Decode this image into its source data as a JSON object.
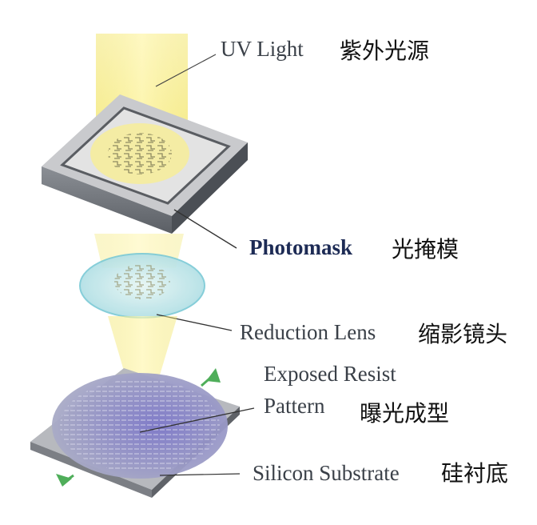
{
  "labels": {
    "uv_light": {
      "en": "UV Light",
      "cn": "紫外光源"
    },
    "photomask": {
      "en": "Photomask",
      "cn": "光掩模"
    },
    "reduction_lens": {
      "en": "Reduction Lens",
      "cn": "缩影镜头"
    },
    "exposed_resist_pattern": {
      "en_line1": "Exposed Resist",
      "en_line2": "Pattern",
      "cn": "曝光成型"
    },
    "silicon_substrate": {
      "en": "Silicon Substrate",
      "cn": "硅衬底"
    }
  },
  "colors": {
    "beam": "#f7ee8a",
    "mask_frame": "#6b6f75",
    "mask_glass": "#d9dadc",
    "lens": "#bfe6ec",
    "wafer": "#8e8fc4",
    "substrate": "#9c9fa6",
    "arrow": "#4fae5a",
    "text": "#3a4048"
  }
}
